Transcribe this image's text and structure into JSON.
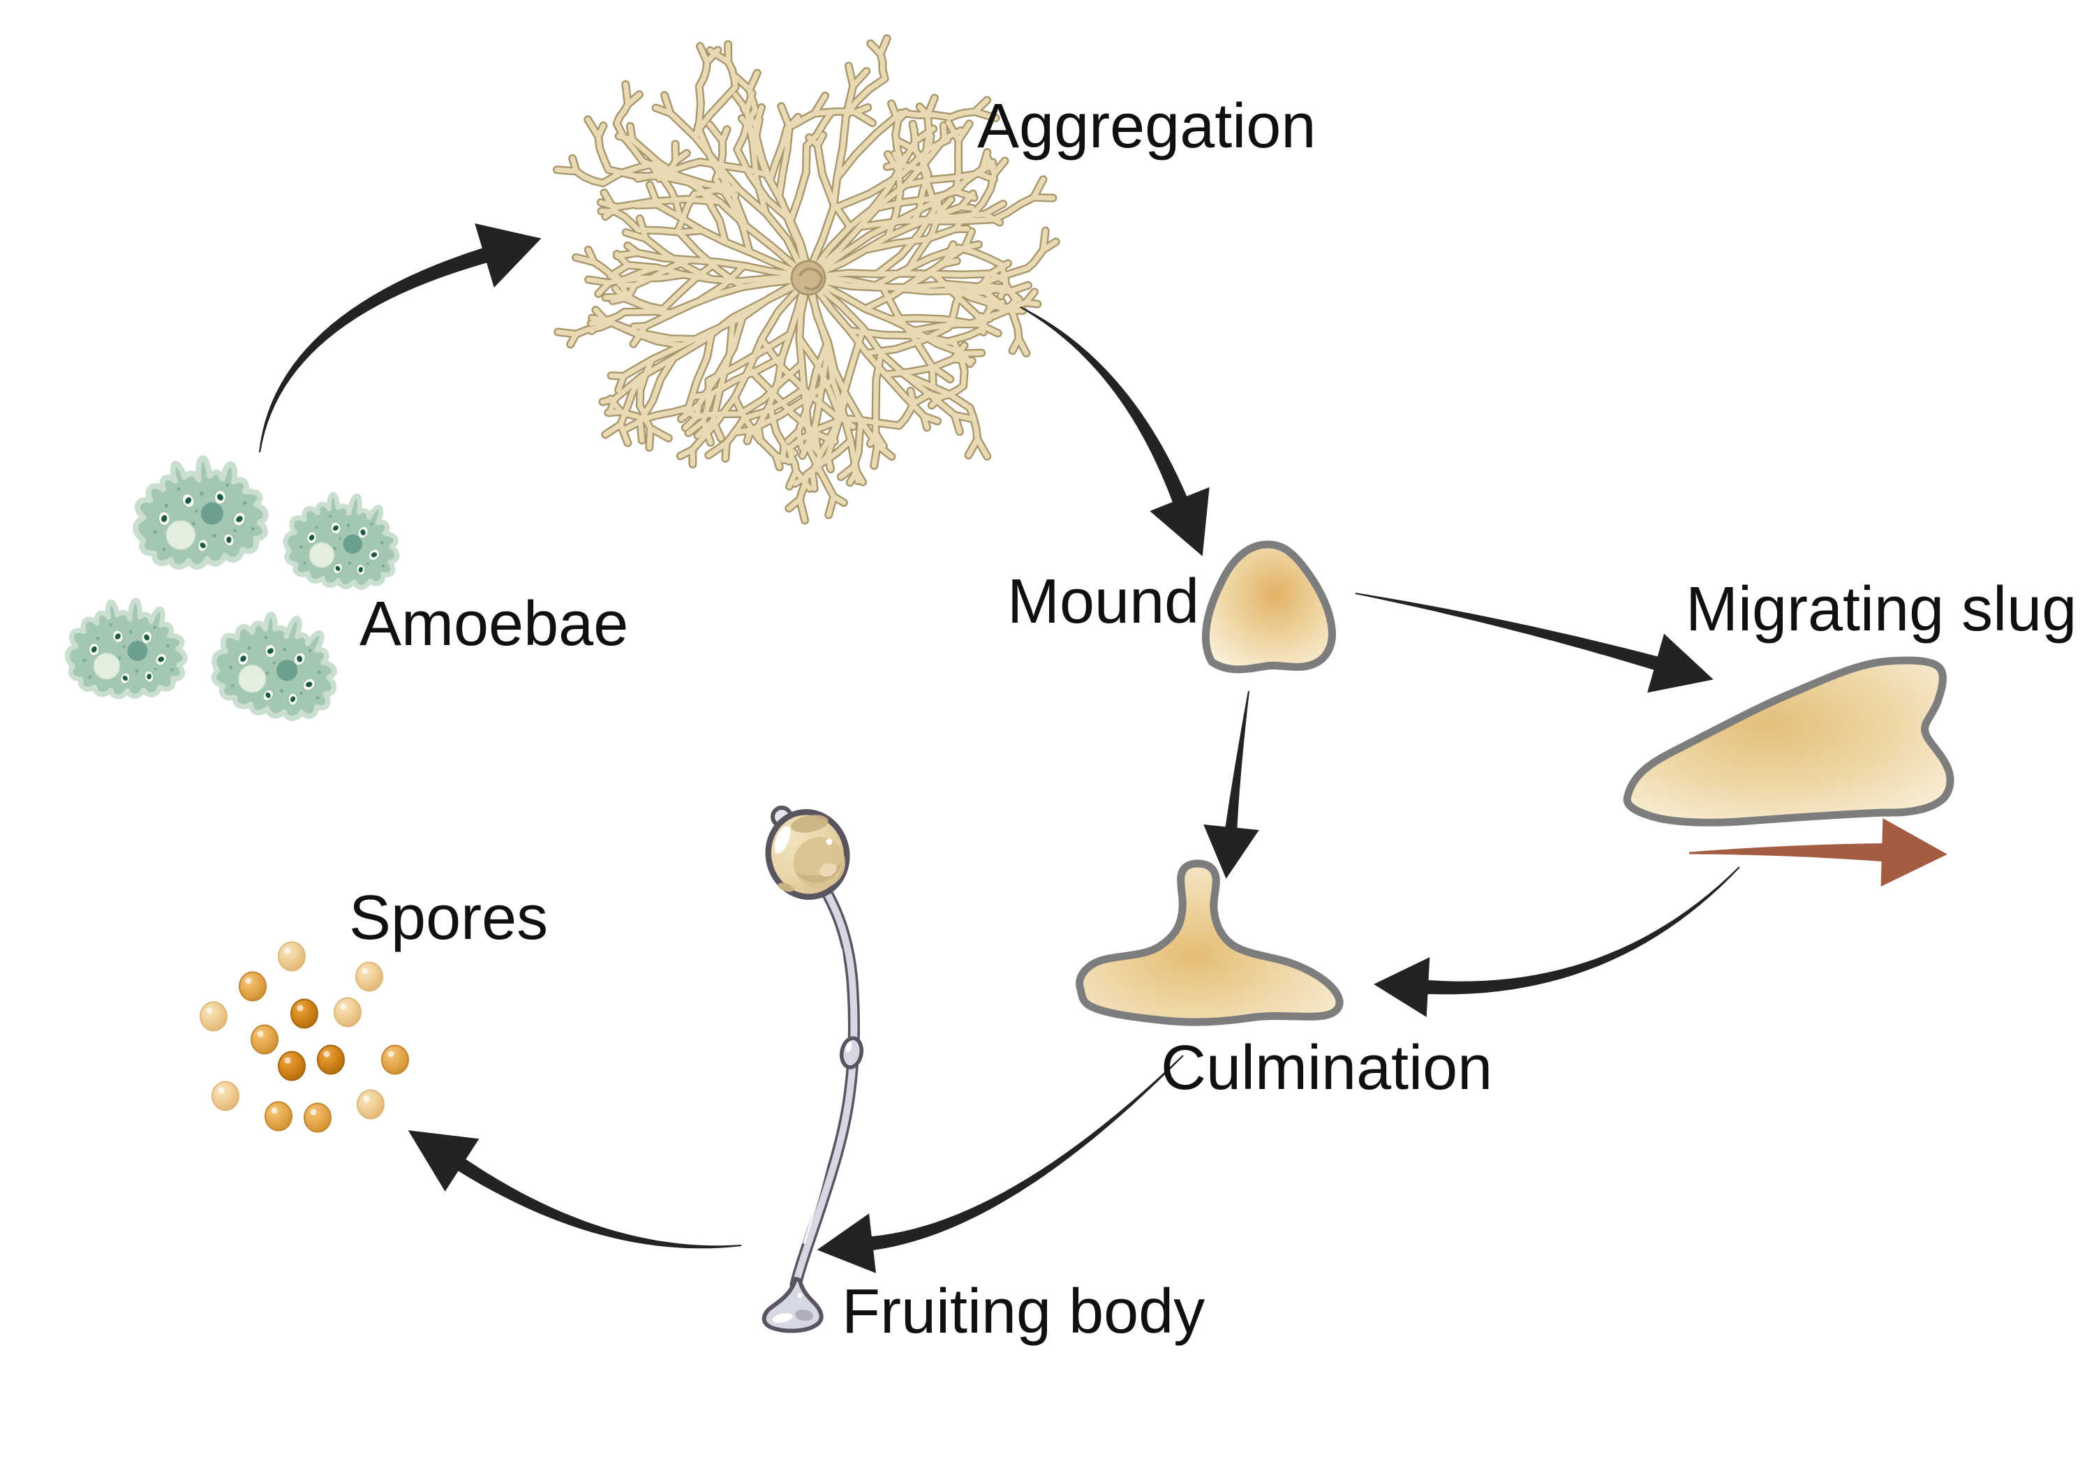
{
  "figure": {
    "kind": "life-cycle-diagram",
    "background": "#ffffff"
  },
  "stages": [
    {
      "id": "aggregation",
      "label": "Aggregation"
    },
    {
      "id": "mound",
      "label": "Mound"
    },
    {
      "id": "migrating_slug",
      "label": "Migrating slug"
    },
    {
      "id": "culmination",
      "label": "Culmination"
    },
    {
      "id": "fruiting_body",
      "label": "Fruiting body"
    },
    {
      "id": "spores",
      "label": "Spores"
    },
    {
      "id": "amoebae",
      "label": "Amoebae"
    }
  ],
  "flow": [
    {
      "from": "amoebae",
      "to": "aggregation"
    },
    {
      "from": "aggregation",
      "to": "mound"
    },
    {
      "from": "mound",
      "to": "migrating_slug"
    },
    {
      "from": "mound",
      "to": "culmination"
    },
    {
      "from": "migrating_slug",
      "to": "culmination"
    },
    {
      "from": "culmination",
      "to": "fruiting_body"
    },
    {
      "from": "fruiting_body",
      "to": "spores"
    },
    {
      "from": "spores",
      "to": "amoebae"
    }
  ],
  "colors": {
    "arrow_black": "#232323",
    "arrow_brown": "#a45d43",
    "stage_outline": "#7d7d7d",
    "stage_fill_light": "#f7ecd2",
    "stage_fill_dark": "#e3b368",
    "aggregation_branch": "#e8dab2",
    "aggregation_branch_outline": "#a8966c",
    "amoeba_body": "#a3c7b2",
    "amoeba_outline": "#cbdfd1",
    "amoeba_nucleus": "#6ba08f",
    "amoeba_vacuole": "#e3efdc",
    "spore_light": "#f2d29b",
    "spore_medium": "#e9ad55",
    "spore_dark": "#d8891d",
    "fruiting_stalk": "#d6d8e4",
    "fruiting_outline": "#5a5360",
    "sorus_fill": "#e8d6a8",
    "label_color": "#101010"
  }
}
